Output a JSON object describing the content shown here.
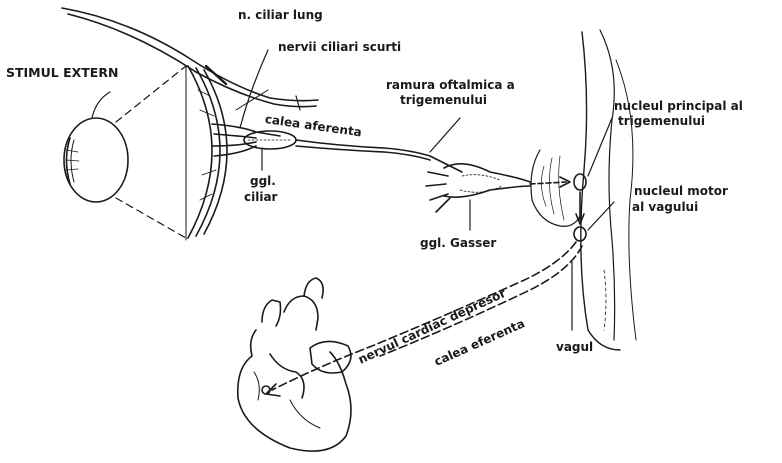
{
  "labels": {
    "stimul_extern": "STIMUL EXTERN",
    "n_ciliar_lung": "n. ciliar lung",
    "nervii_ciliari_scurti": "nervii ciliari scurti",
    "calea_aferenta": "calea aferenta",
    "ramura_oftalmica_1": "ramura oftalmica a",
    "ramura_oftalmica_2": "trigemenului",
    "nucleul_principal_1": "nucleul principal al",
    "nucleul_principal_2": "trigemenului",
    "nucleul_motor_1": "nucleul motor",
    "nucleul_motor_2": "al vagului",
    "ggl_ciliar_1": "ggl.",
    "ggl_ciliar_2": "ciliar",
    "ggl_gasser": "ggl. Gasser",
    "nervul_cardiac_depresor": "nervul cardiac depresor",
    "calea_eferenta": "calea eferenta",
    "vagul": "vagul"
  },
  "colors": {
    "ink": "#1a1a1a",
    "background": "#ffffff"
  }
}
